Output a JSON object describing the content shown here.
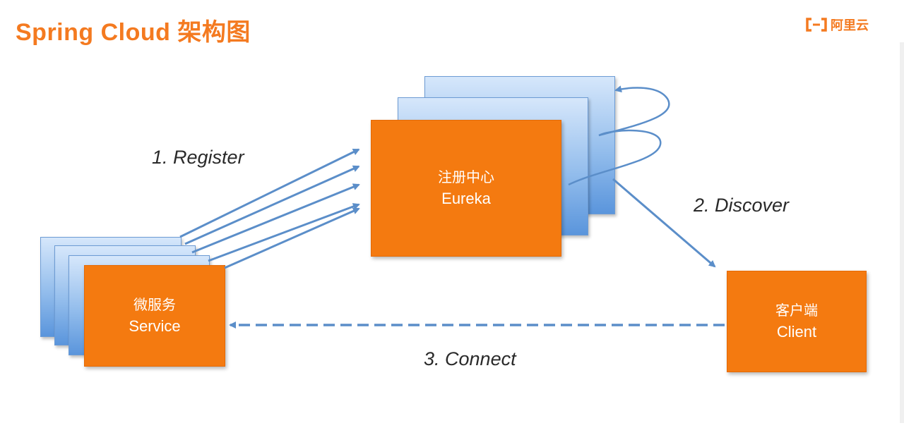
{
  "header": {
    "title": "Spring Cloud 架构图",
    "logo_text": "阿里云",
    "logo_icon": "aliyun-logo-icon"
  },
  "nodes": {
    "eureka": {
      "cn": "注册中心",
      "en": "Eureka"
    },
    "service": {
      "cn": "微服务",
      "en": "Service"
    },
    "client": {
      "cn": "客户端",
      "en": "Client"
    }
  },
  "edges": {
    "register": "1. Register",
    "discover": "2. Discover",
    "connect": "3. Connect"
  },
  "colors": {
    "accent": "#f47a20",
    "node_fill": "#f47a10",
    "arrow": "#5b8ec9",
    "stack_fill": "#93bdec"
  }
}
